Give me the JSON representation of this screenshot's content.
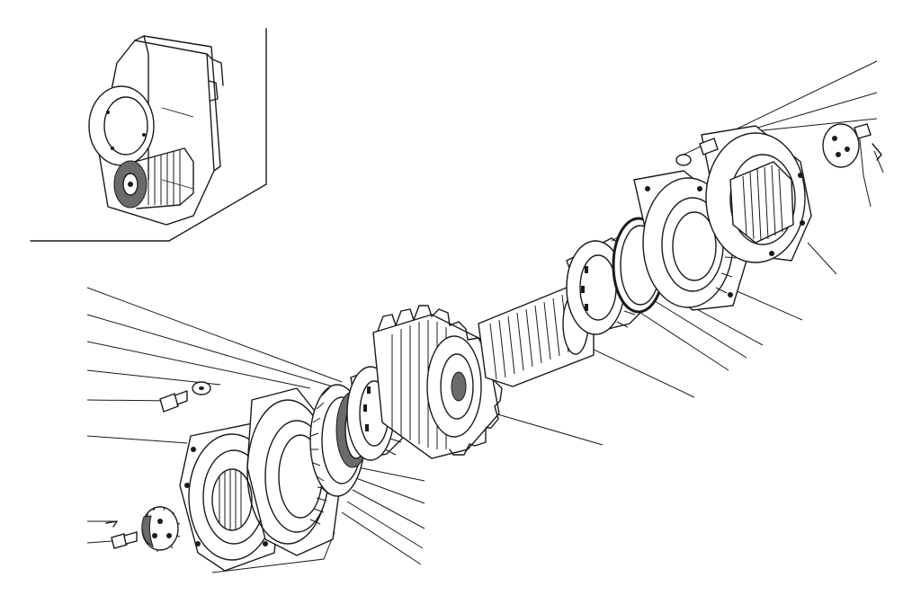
{
  "diagram": {
    "kind": "exploded-assembly-drawing",
    "color": {
      "ink": "#1a1a1a",
      "paper": "#ffffff"
    },
    "parts": [
      "inset-housing-view",
      "left-slotted-nut",
      "left-bolt",
      "left-cotter-pin",
      "left-flange-cover",
      "left-bearing-cup-housing",
      "left-gear-ring",
      "left-roller-bearing",
      "spur-gear",
      "splined-shaft",
      "right-roller-bearing",
      "right-o-ring",
      "right-housing-ring",
      "right-flange-cover",
      "right-lock-washer",
      "right-bolt",
      "right-slotted-nut",
      "right-cotter-pin"
    ],
    "callouts": 25
  }
}
